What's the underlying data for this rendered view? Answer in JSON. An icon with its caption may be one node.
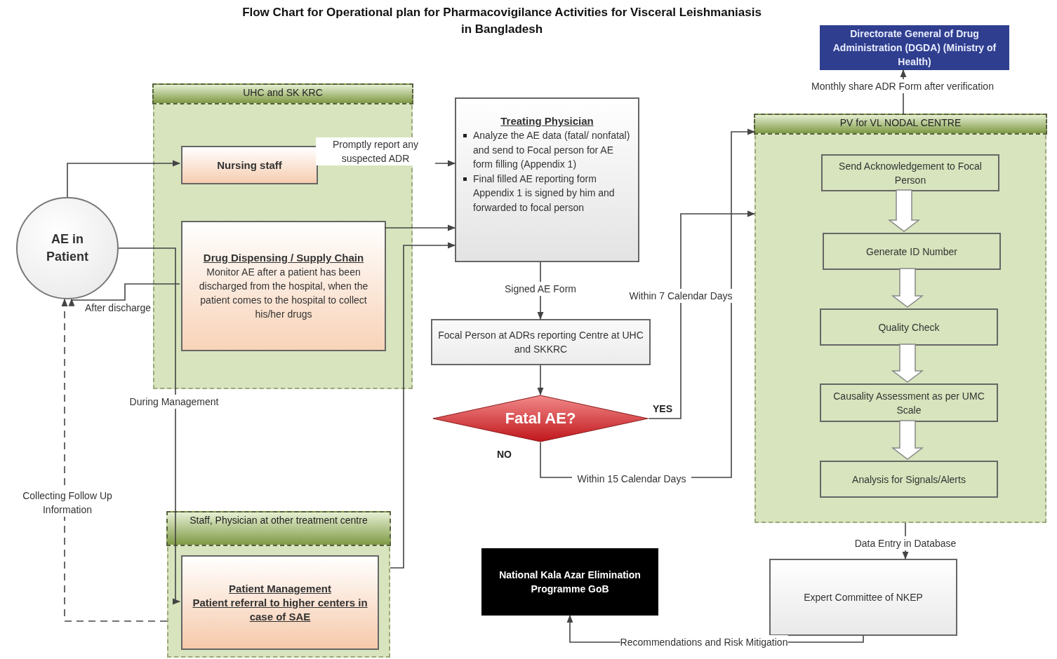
{
  "diagram": {
    "title": "Flow Chart for Operational plan for Pharmacovigilance Activities for Visceral Leishmaniasis in Bangladesh",
    "nodes": [
      {
        "text": [
          "AE in Patient"
        ]
      },
      {
        "text": [
          "UHC and SK KRC"
        ]
      },
      {
        "text": [
          "Nursing staff"
        ],
        "in": 1
      },
      {
        "text": [
          "Drug Dispensing / Supply Chain",
          "Monitor AE after a patient has been discharged from the hospital, when the patient comes to the hospital to collect his/her drugs"
        ],
        "in": 1
      },
      {
        "text": [
          "Treating Physician",
          "Analyze the AE data (fatal/ nonfatal) and send to Focal person for AE form filling (Appendix 1)",
          "Final filled AE reporting form Appendix 1 is signed by him and forwarded to focal person"
        ]
      },
      {
        "text": [
          "Focal Person at ADRs reporting Centre at UHC and SKKRC"
        ]
      },
      {
        "text": [
          "Fatal AE?"
        ]
      },
      {
        "text": [
          "Directorate General of Drug Administration (DGDA) (Ministry of Health)"
        ]
      },
      {
        "text": [
          "PV for VL NODAL CENTRE"
        ]
      },
      {
        "text": [
          "Send Acknowledgement to Focal Person"
        ],
        "in": 8
      },
      {
        "text": [
          "Generate ID Number"
        ],
        "in": 8
      },
      {
        "text": [
          "Quality Check"
        ],
        "in": 8
      },
      {
        "text": [
          "Causality Assessment as per UMC Scale"
        ],
        "in": 8
      },
      {
        "text": [
          "Analysis for Signals/Alerts"
        ],
        "in": 8
      },
      {
        "text": [
          "Staff, Physician at other treatment centre"
        ]
      },
      {
        "text": [
          "Patient Management",
          "Patient referral to higher centers in case of SAE"
        ],
        "in": 14
      },
      {
        "text": [
          "National Kala Azar Elimination Programme GoB"
        ]
      },
      {
        "text": [
          "Expert Committee of NKEP"
        ]
      }
    ],
    "edges": [
      {
        "from": 0,
        "to": 2,
        "arrow": "to"
      },
      {
        "from": 2,
        "to": 4,
        "arrow": "to",
        "label": "Promptly report any suspected ADR"
      },
      {
        "from": 3,
        "to": 4,
        "arrow": "to"
      },
      {
        "from": 0,
        "to": 15,
        "arrow": "to",
        "label": "During Management"
      },
      {
        "from": 3,
        "to": 0,
        "arrow": "to",
        "label": "After discharge"
      },
      {
        "from": 14,
        "to": 4,
        "arrow": "to"
      },
      {
        "from": 4,
        "to": 5,
        "arrow": "to",
        "label": "Signed AE Form"
      },
      {
        "from": 5,
        "to": 6,
        "arrow": "to"
      },
      {
        "from": 6,
        "to": 8,
        "arrow": "to",
        "label": "Within 7 Calendar Days"
      },
      {
        "from": 6,
        "to": 8,
        "arrow": "to",
        "label": "Within 15 Calendar Days"
      },
      {
        "from": 8,
        "to": 7,
        "arrow": "to",
        "label": "Monthly share ADR Form after verification"
      },
      {
        "from": 9,
        "to": 10,
        "arrow": "to",
        "style": "thick"
      },
      {
        "from": 10,
        "to": 11,
        "arrow": "to",
        "style": "thick"
      },
      {
        "from": 11,
        "to": 12,
        "arrow": "to",
        "style": "thick"
      },
      {
        "from": 12,
        "to": 13,
        "arrow": "to",
        "style": "thick"
      },
      {
        "from": 8,
        "to": 17,
        "arrow": "to",
        "label": "Data Entry in Database"
      },
      {
        "from": 17,
        "to": 16,
        "arrow": "to",
        "label": "Recommendations and Risk Mitigation"
      },
      {
        "from": 14,
        "to": 0,
        "arrow": "to",
        "style": "dashed",
        "label": "Collecting Follow Up Information"
      }
    ],
    "labels": [
      "YES",
      "NO"
    ]
  }
}
